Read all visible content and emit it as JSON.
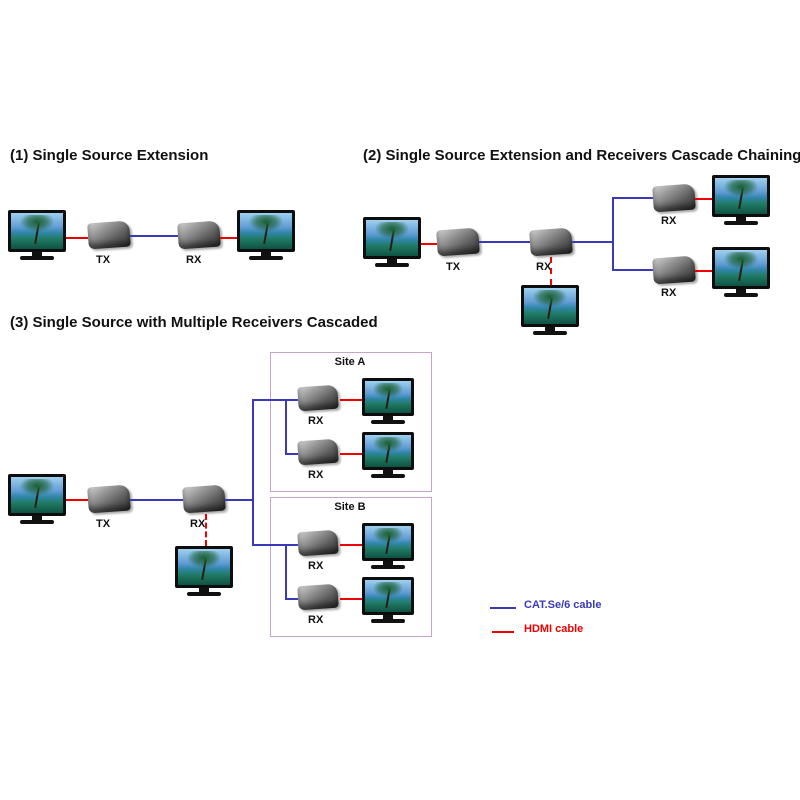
{
  "diagram": {
    "section1": {
      "title": "(1)  Single Source Extension"
    },
    "section2": {
      "title": "(2) Single Source Extension and Receivers Cascade Chaining"
    },
    "section3": {
      "title": "(3) Single Source with Multiple Receivers Cascaded"
    },
    "device_labels": {
      "tx": "TX",
      "rx": "RX"
    },
    "sites": {
      "a": "Site A",
      "b": "Site B"
    },
    "legend": {
      "cat_label": "CAT.Se/6 cable",
      "hdmi_label": "HDMI cable"
    },
    "colors": {
      "cat_cable": "#3a3ab8",
      "hdmi_cable": "#f00000",
      "site_border": "#c9a3cb"
    }
  }
}
